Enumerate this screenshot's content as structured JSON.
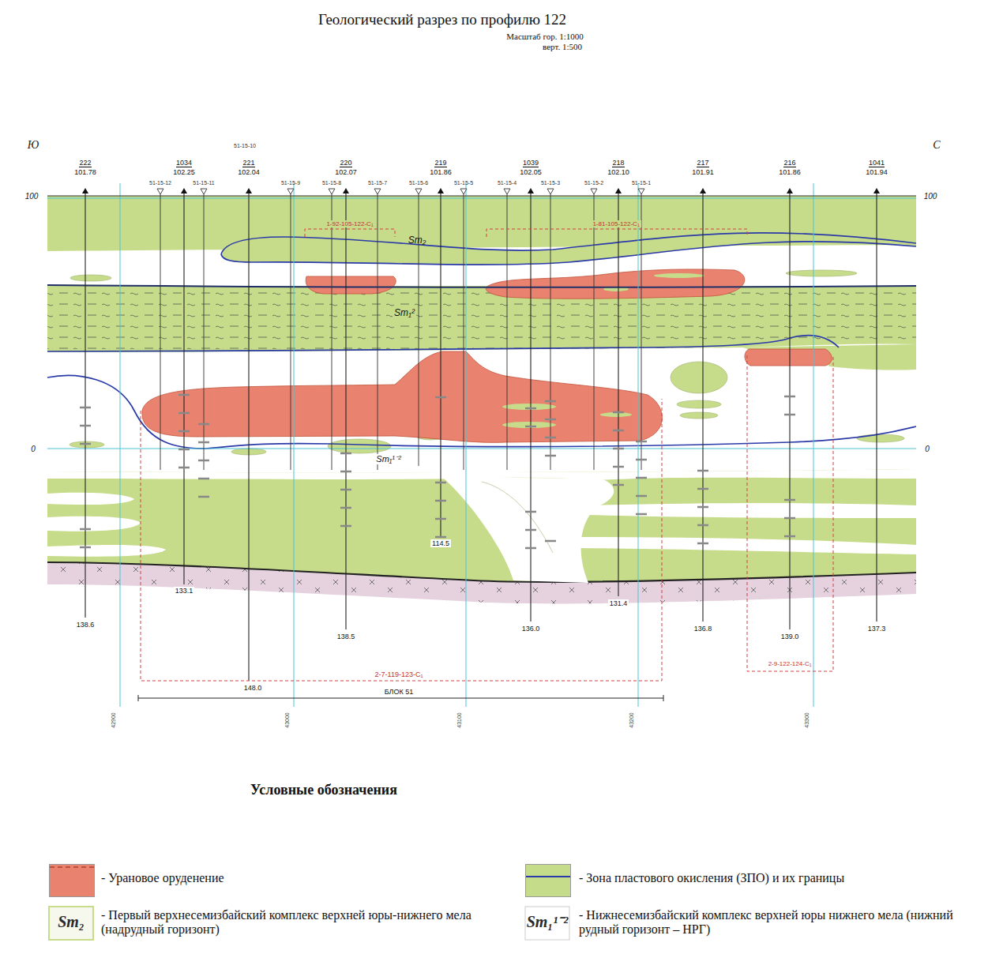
{
  "diagram": {
    "title": "Геологический разрез по профилю 122",
    "labels": [
      "Масштаб гор. 1:1000",
      "верт. 1:500",
      "Ю",
      "С",
      "100",
      "100",
      "0",
      "0",
      "222",
      "101.78",
      "1034",
      "102.25",
      "221",
      "102.04",
      "220",
      "102.07",
      "219",
      "101.86",
      "1039",
      "102.05",
      "218",
      "102.10",
      "217",
      "101.91",
      "216",
      "101.86",
      "1041",
      "101.94",
      "51-15-10",
      "51-15-12",
      "51-15-11",
      "51-15-9",
      "51-15-8",
      "51-15-7",
      "51-15-6",
      "51-15-5",
      "51-15-4",
      "51-15-3",
      "51-15-2",
      "51-15-1",
      "138.6",
      "133.1",
      "148.0",
      "138.5",
      "114.5",
      "136.0",
      "131.4",
      "136.8",
      "139.0",
      "137.3",
      "Sm₂",
      "Sm₁²",
      "Sm₁¹⁻²",
      "1-92-105-122-C₁",
      "1-81-105-122-C₁",
      "2-7-119-123-C₁",
      "БЛОК 51",
      "2-9-122-124-C₁",
      "42900",
      "43000",
      "43100",
      "43200",
      "43300",
      "Условные обозначения",
      "Sm₂",
      "Sm₁¹⁻²"
    ],
    "legend": [
      {
        "text": "- Урановое оруденение",
        "color": "#e9836f"
      },
      {
        "text": "- Первый верхнесемизбайский комплекс верхней юры-нижнего мела (надрудный горизонт)"
      },
      {
        "text": "- Зона пластового окисления (ЗПО) и их границы",
        "color": "#c5dc8a"
      },
      {
        "text": "- Нижнесемизбайский комплекс верхней юры нижнего мела (нижний рудный горизонт – НРГ)"
      }
    ]
  }
}
